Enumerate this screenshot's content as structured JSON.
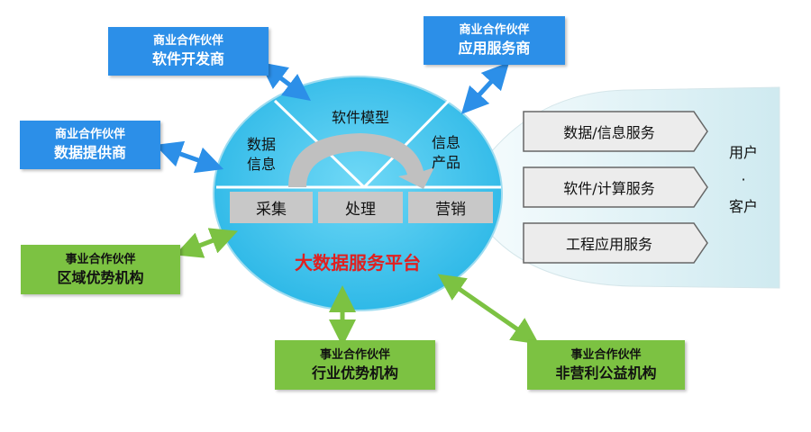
{
  "partners": {
    "software_dev": {
      "type": "商业合作伙伴",
      "name": "软件开发商"
    },
    "app_service": {
      "type": "商业合作伙伴",
      "name": "应用服务商"
    },
    "data_provider": {
      "type": "商业合作伙伴",
      "name": "数据提供商"
    },
    "regional": {
      "type": "事业合作伙伴",
      "name": "区域优势机构"
    },
    "industry": {
      "type": "事业合作伙伴",
      "name": "行业优势机构"
    },
    "nonprofit": {
      "type": "事业合作伙伴",
      "name": "非营利公益机构"
    }
  },
  "platform": {
    "sectors": {
      "data_info": "数据\n信息",
      "software_model": "软件模型",
      "info_product": "信息\n产品"
    },
    "stages": [
      "采集",
      "处理",
      "营销"
    ],
    "title": "大数据服务平台"
  },
  "services": [
    "数据/信息服务",
    "软件/计算服务",
    "工程应用服务"
  ],
  "users": {
    "line1": "用户",
    "dot": "·",
    "line2": "客户"
  },
  "colors": {
    "blue": "#2c8fe8",
    "green": "#7cc242",
    "platform": "#3fc3ec",
    "title": "#e02020"
  }
}
